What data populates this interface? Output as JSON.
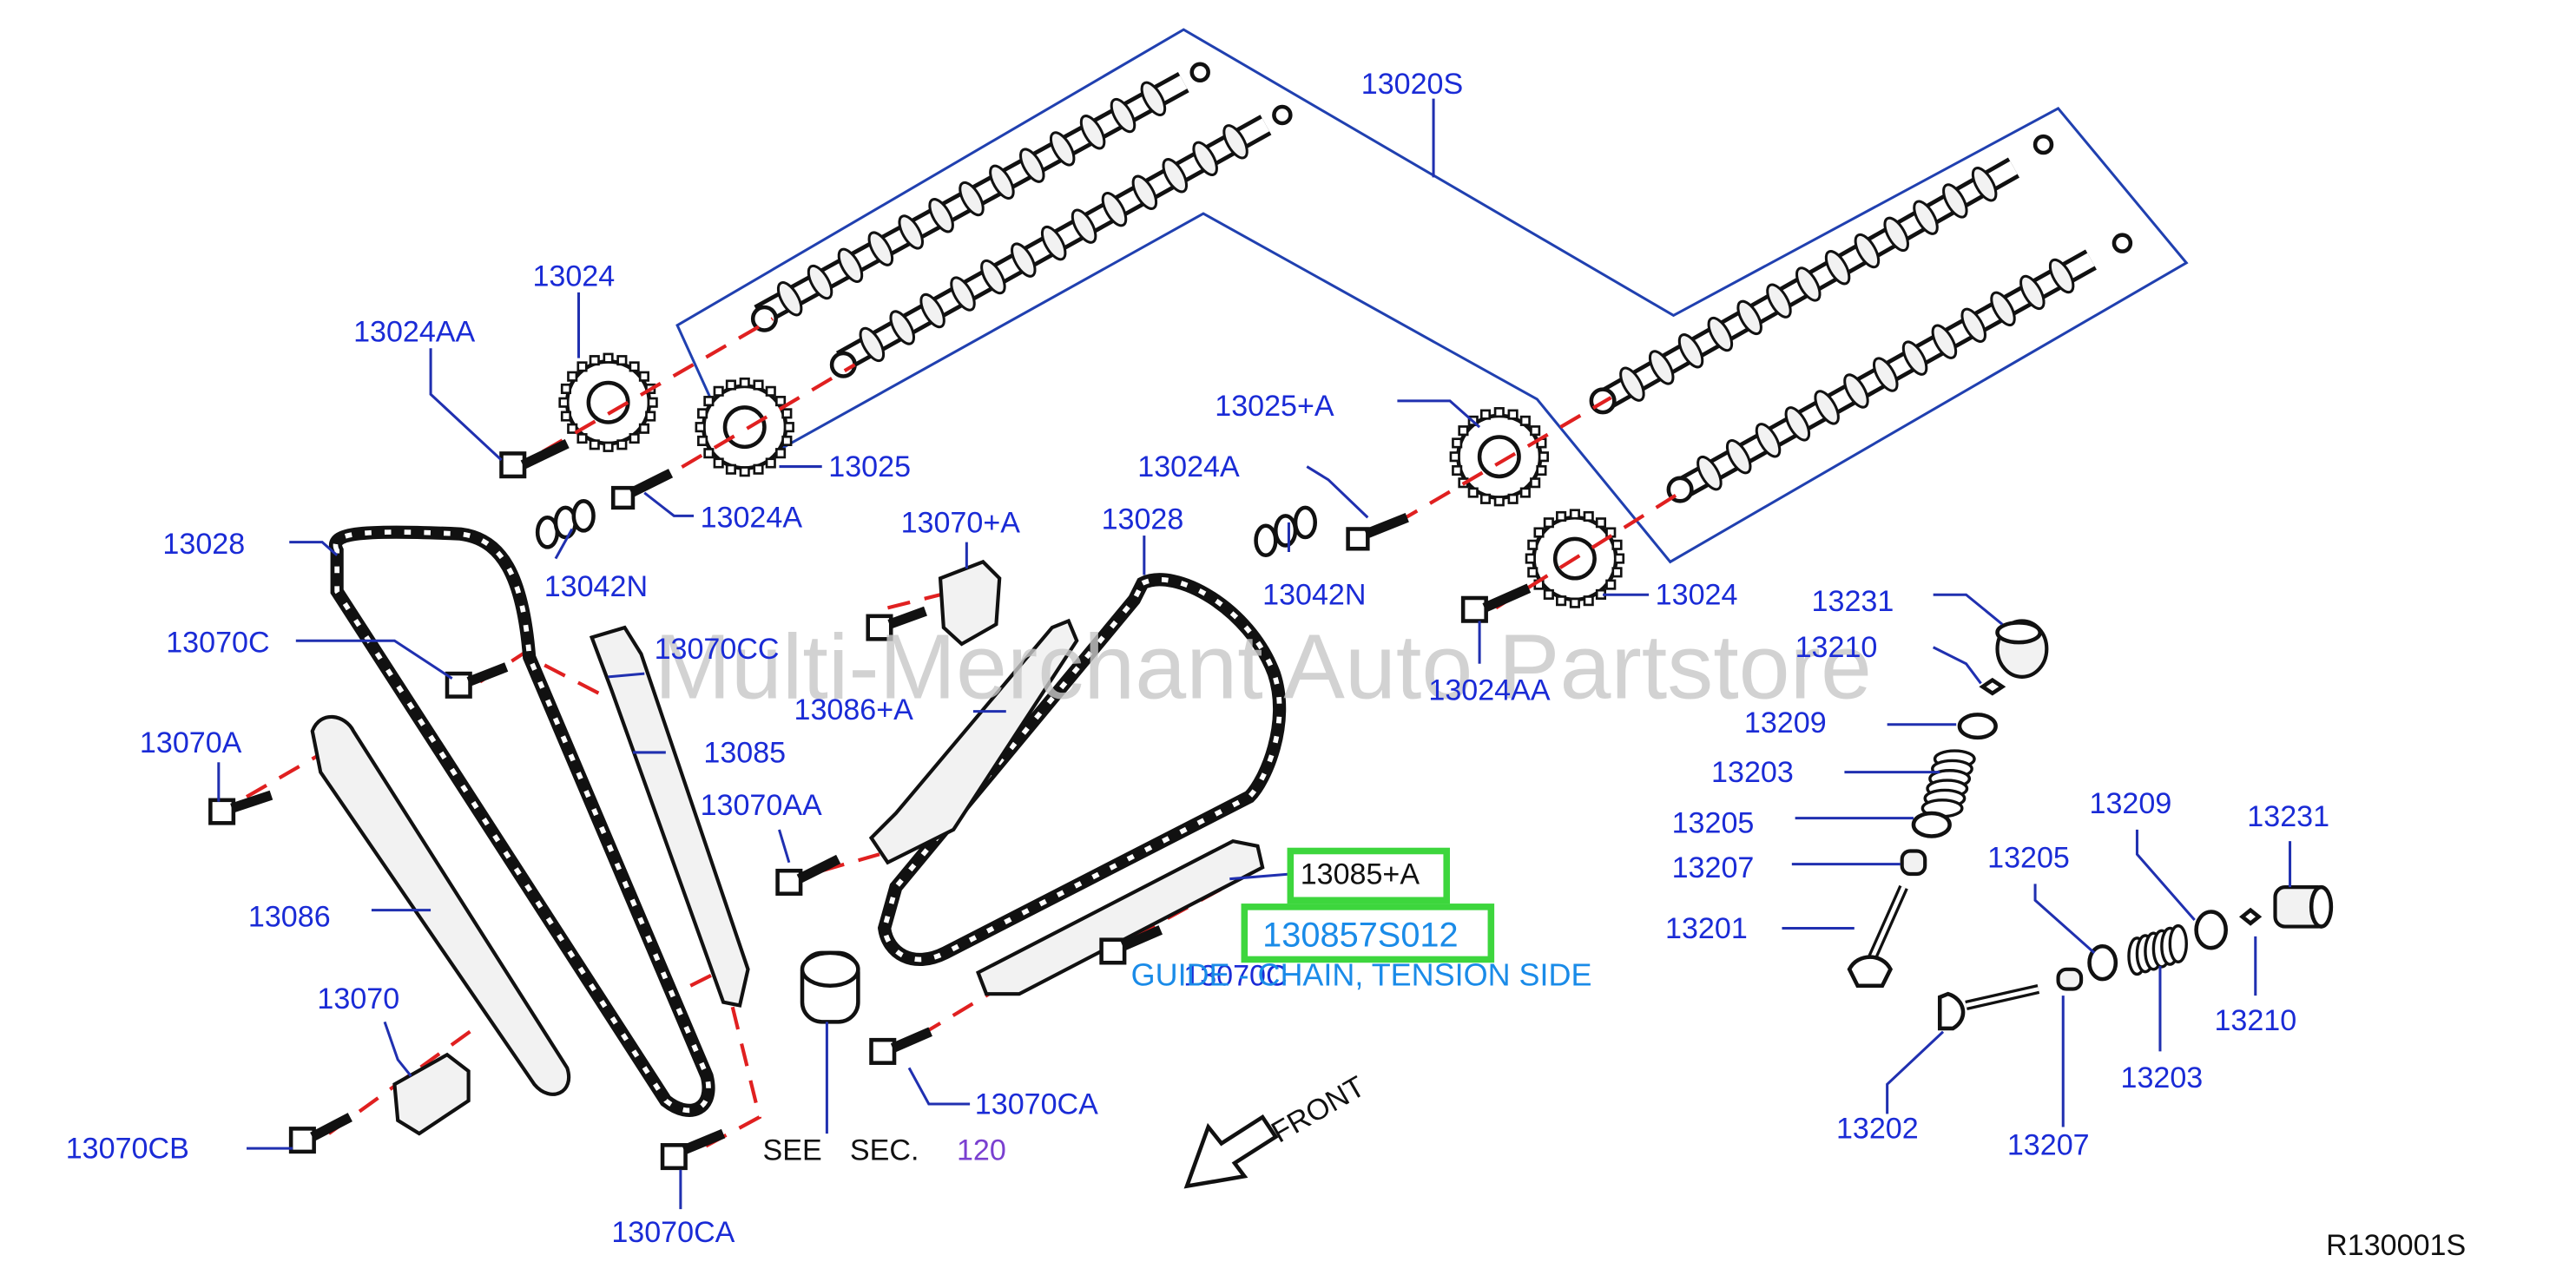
{
  "colors": {
    "label": "#1a2bd6",
    "label_highlight": "#1a8be8",
    "section_ref": "#7a40d0",
    "black_text": "#111111",
    "highlight_box": "#3dd63d",
    "watermark": "#c8c8c8"
  },
  "watermark": "Multi-Merchant Auto Partstore",
  "reference_code": "R130001S",
  "front_label": "FRONT",
  "see_section": {
    "see": "SEE",
    "sec": "SEC.",
    "number": "120"
  },
  "highlighted_callout": {
    "part_number": "130857S012",
    "description": "GUIDE - CHAIN, TENSION SIDE"
  },
  "labels": [
    {
      "id": "13020S",
      "text": "13020S"
    },
    {
      "id": "13024-top",
      "text": "13024"
    },
    {
      "id": "13024AA-left",
      "text": "13024AA"
    },
    {
      "id": "13025-left",
      "text": "13025"
    },
    {
      "id": "13024A-left",
      "text": "13024A"
    },
    {
      "id": "13028-left",
      "text": "13028"
    },
    {
      "id": "13042N-left",
      "text": "13042N"
    },
    {
      "id": "13070C-left",
      "text": "13070C"
    },
    {
      "id": "13070A",
      "text": "13070A"
    },
    {
      "id": "13086",
      "text": "13086"
    },
    {
      "id": "13070",
      "text": "13070"
    },
    {
      "id": "13070CB",
      "text": "13070CB"
    },
    {
      "id": "13070CA-bottom",
      "text": "13070CA"
    },
    {
      "id": "13070CC",
      "text": "13070CC"
    },
    {
      "id": "13085",
      "text": "13085"
    },
    {
      "id": "13070AA",
      "text": "13070AA"
    },
    {
      "id": "13070+A",
      "text": "13070+A"
    },
    {
      "id": "13086+A",
      "text": "13086+A"
    },
    {
      "id": "13028-right",
      "text": "13028"
    },
    {
      "id": "13085+A",
      "text": "13085+A"
    },
    {
      "id": "13070C-right",
      "text": "13070C"
    },
    {
      "id": "13070CA-right",
      "text": "13070CA"
    },
    {
      "id": "13025+A",
      "text": "13025+A"
    },
    {
      "id": "13024A-right",
      "text": "13024A"
    },
    {
      "id": "13042N-right",
      "text": "13042N"
    },
    {
      "id": "13024-right",
      "text": "13024"
    },
    {
      "id": "13024AA-right",
      "text": "13024AA"
    },
    {
      "id": "13231-top",
      "text": "13231"
    },
    {
      "id": "13210-top",
      "text": "13210"
    },
    {
      "id": "13209-top",
      "text": "13209"
    },
    {
      "id": "13203-top",
      "text": "13203"
    },
    {
      "id": "13205-top",
      "text": "13205"
    },
    {
      "id": "13207-top",
      "text": "13207"
    },
    {
      "id": "13201",
      "text": "13201"
    },
    {
      "id": "13205-right",
      "text": "13205"
    },
    {
      "id": "13209-right",
      "text": "13209"
    },
    {
      "id": "13231-right",
      "text": "13231"
    },
    {
      "id": "13210-right",
      "text": "13210"
    },
    {
      "id": "13203-right",
      "text": "13203"
    },
    {
      "id": "13202",
      "text": "13202"
    },
    {
      "id": "13207-right",
      "text": "13207"
    }
  ]
}
